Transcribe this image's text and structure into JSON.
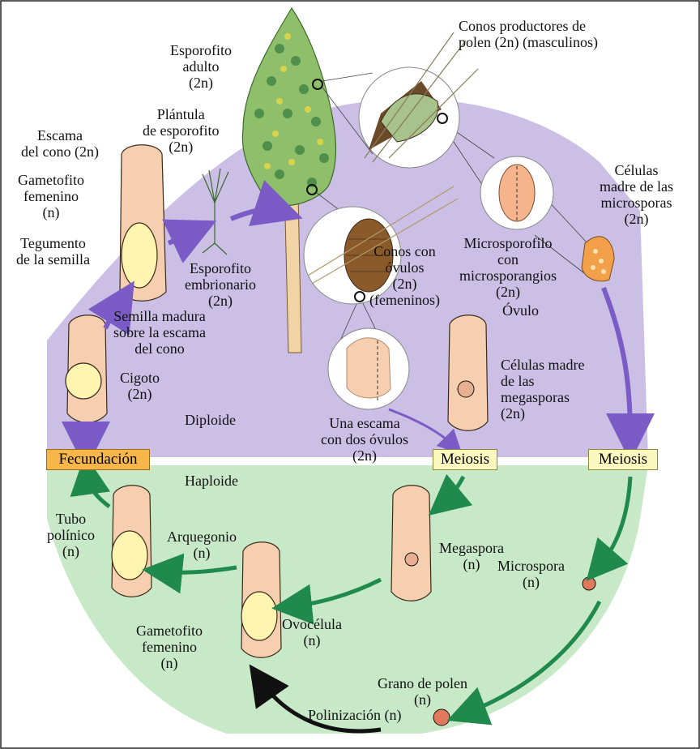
{
  "colors": {
    "diploid_region": "#cbbfe6",
    "haploid_region": "#c8e9c7",
    "purple_arrow": "#7b5cc6",
    "green_arrow": "#1f8a4c",
    "black_arrow": "#111111",
    "fecundacion_box": "#f6b64a",
    "meiosis_box": "#fbf8bf",
    "tissue": "#f6cfb0",
    "outline": "#3a2a1a"
  },
  "labels": {
    "esporofito_adulto": "Esporofito\nadulto\n(2n)",
    "conos_polen": "Conos productores de\npolen (2n) (masculinos)",
    "escama_cono": "Escama\ndel cono (2n)",
    "plantula": "Plántula\nde esporofito\n(2n)",
    "gametofito_fem_top": "Gametofito\nfemenino\n(n)",
    "tegumento": "Tegumento\nde la semilla",
    "esporofito_embrionario": "Esporofito\nembrionario\n(2n)",
    "celulas_madre_micro": "Células\nmadre de las\nmicrosporas\n(2n)",
    "microsporofilo": "Microsporofilo\ncon\nmicrosporangios\n(2n)",
    "conos_ovulos": "Conos con\nóvulos\n(2n)\n(femeninos)",
    "semilla_madura": "Semilla madura\nsobre la escama\ndel cono",
    "ovulo": "Óvulo",
    "cigoto": "Cigoto\n(2n)",
    "celulas_madre_mega": "Células madre\nde las\nmegasporas\n(2n)",
    "diploide": "Diploide",
    "una_escama": "Una escama\ncon dos óvulos\n(2n)",
    "haploide": "Haploide",
    "tubo_polinico": "Tubo\npolínico\n(n)",
    "arquegonio": "Arquegonio\n(n)",
    "megaspora": "Megaspora\n(n)",
    "microspora": "Microspora\n(n)",
    "ovocelula": "Ovocélula\n(n)",
    "gametofito_fem_bottom": "Gametofito\nfemenino\n(n)",
    "grano_polen": "Grano de polen\n(n)",
    "polinizacion": "Polinización (n)"
  },
  "boxes": {
    "fecundacion": "Fecundación",
    "meiosis_left": "Meiosis",
    "meiosis_right": "Meiosis"
  }
}
